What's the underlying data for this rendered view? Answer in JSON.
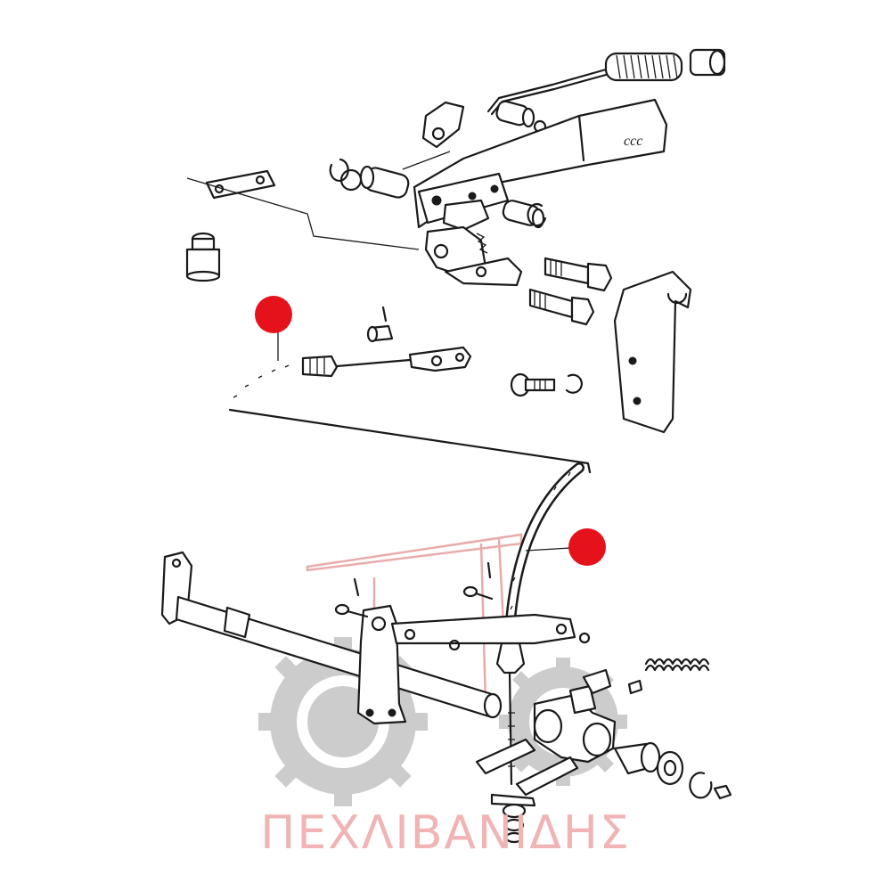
{
  "figure": {
    "kind": "exploded parts diagram",
    "background": "#ffffff",
    "line_color": "#1a1a1a",
    "callout_color": "#e5121b",
    "callouts": [
      {
        "id": "upper-cable-callout"
      },
      {
        "id": "lower-cable-callout"
      }
    ],
    "lever_marking": "ccc",
    "watermark": {
      "text": "ΠΕΧΛΙΒΑΝΙΔΗΣ",
      "color": "#f0b4b4",
      "logo": "tractor-gear-logo",
      "logo_color": "#c7c7c7"
    }
  }
}
